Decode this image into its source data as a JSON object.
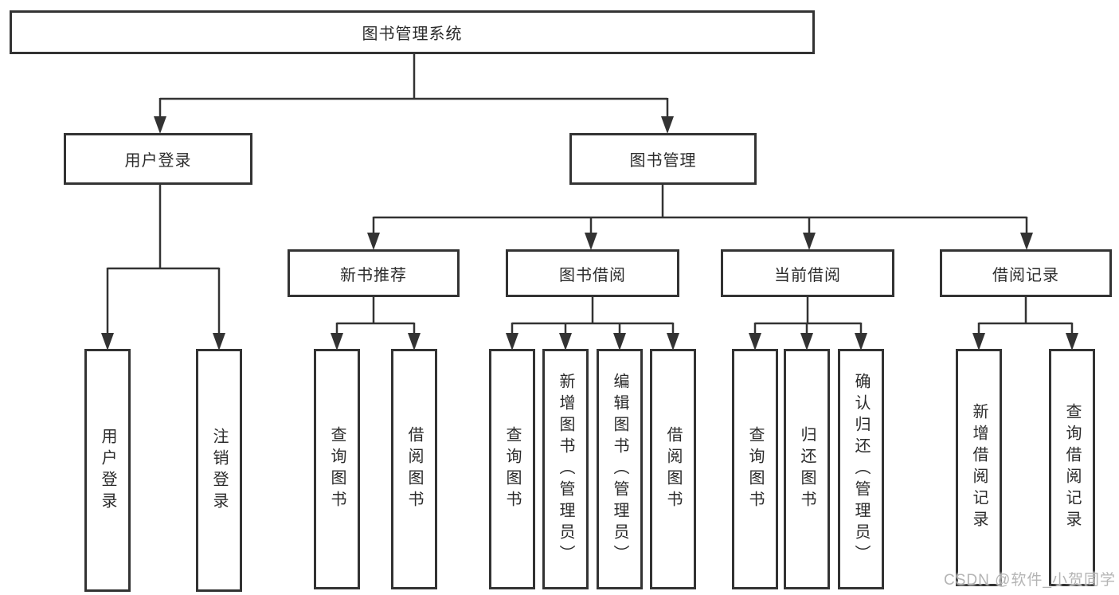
{
  "diagram": {
    "root": "图书管理系统",
    "branches": [
      {
        "label": "用户登录",
        "leaves": [
          "用户登录",
          "注销登录"
        ]
      },
      {
        "label": "图书管理",
        "groups": [
          {
            "label": "新书推荐",
            "leaves": [
              "查询图书",
              "借阅图书"
            ]
          },
          {
            "label": "图书借阅",
            "leaves": [
              "查询图书",
              "新增图书（管理员）",
              "编辑图书（管理员）",
              "借阅图书"
            ]
          },
          {
            "label": "当前借阅",
            "leaves": [
              "查询图书",
              "归还图书",
              "确认归还（管理员）"
            ]
          },
          {
            "label": "借阅记录",
            "leaves": [
              "新增借阅记录",
              "查询借阅记录"
            ]
          }
        ]
      }
    ]
  },
  "watermark": "CSDN @软件_小贺同学",
  "colors": {
    "line": "#333333",
    "node_border": "#333333",
    "node_text": "#2b2b2b",
    "watermark_text": "#b4b4b4",
    "background": "#ffffff"
  }
}
